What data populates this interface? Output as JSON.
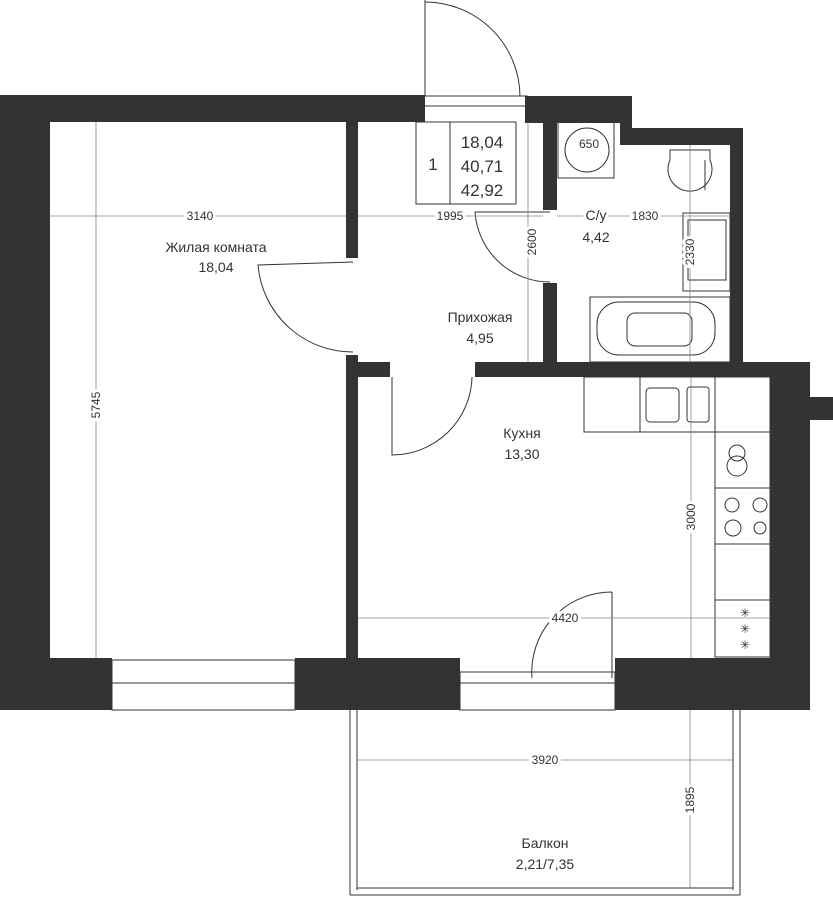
{
  "plan": {
    "summary": {
      "rooms": "1",
      "living_area": "18,04",
      "total_area": "40,71",
      "total_with_balcony": "42,92"
    },
    "rooms": [
      {
        "name": "Жилая комната",
        "area": "18,04"
      },
      {
        "name": "Прихожая",
        "area": "4,95"
      },
      {
        "name": "С/у",
        "area": "4,42"
      },
      {
        "name": "Кухня",
        "area": "13,30"
      },
      {
        "name": "Балкон",
        "area": "2,21/7,35"
      }
    ],
    "dimensions": {
      "d3140": "3140",
      "d1995": "1995",
      "d1830": "1830",
      "d650": "650",
      "d2600": "2600",
      "d2330": "2330",
      "d5745": "5745",
      "d3000": "3000",
      "d4420": "4420",
      "d3920": "3920",
      "d1895": "1895"
    },
    "colors": {
      "wall": "#333333"
    }
  }
}
